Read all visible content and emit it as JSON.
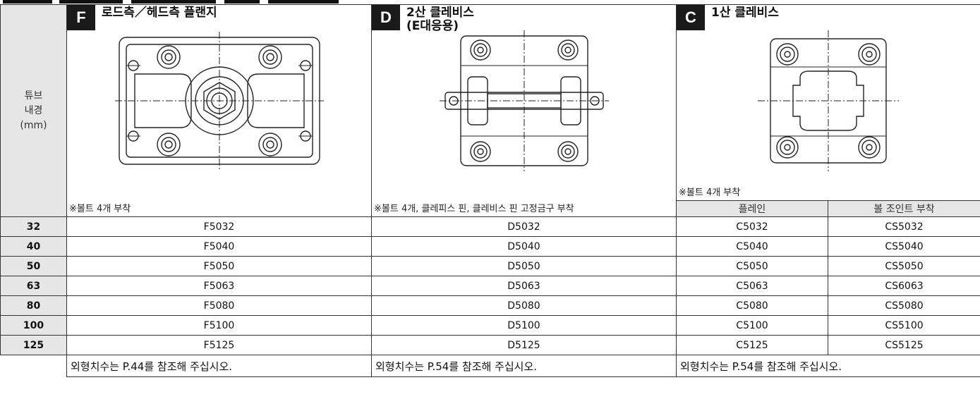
{
  "header": {
    "bore_label_line1": "튜브",
    "bore_label_line2": "내경",
    "bore_label_line3": "(mm)"
  },
  "types": [
    {
      "code": "F",
      "title_line1": "로드측／헤드측 플랜지",
      "title_line2": "",
      "note": "※볼트 4개 부착",
      "drawing": "flange-drawing"
    },
    {
      "code": "D",
      "title_line1": "2산 클레비스",
      "title_line2": "(E대응용)",
      "note": "※볼트 4개, 클레피스 핀, 클레비스 핀 고정금구 부착",
      "drawing": "double-clevis-drawing"
    },
    {
      "code": "C",
      "title_line1": "1산 클레비스",
      "title_line2": "",
      "note": "※볼트 4개 부착",
      "drawing": "single-clevis-drawing"
    }
  ],
  "subcolumns": {
    "plain": "플레인",
    "ball_joint": "볼 조인트 부착"
  },
  "rows": [
    {
      "bore": "32",
      "f": "F5032",
      "d": "D5032",
      "c_plain": "C5032",
      "c_ball": "CS5032"
    },
    {
      "bore": "40",
      "f": "F5040",
      "d": "D5040",
      "c_plain": "C5040",
      "c_ball": "CS5040"
    },
    {
      "bore": "50",
      "f": "F5050",
      "d": "D5050",
      "c_plain": "C5050",
      "c_ball": "CS5050"
    },
    {
      "bore": "63",
      "f": "F5063",
      "d": "D5063",
      "c_plain": "C5063",
      "c_ball": "CS6063"
    },
    {
      "bore": "80",
      "f": "F5080",
      "d": "D5080",
      "c_plain": "C5080",
      "c_ball": "CS5080"
    },
    {
      "bore": "100",
      "f": "F5100",
      "d": "D5100",
      "c_plain": "C5100",
      "c_ball": "CS5100"
    },
    {
      "bore": "125",
      "f": "F5125",
      "d": "D5125",
      "c_plain": "C5125",
      "c_ball": "CS5125"
    }
  ],
  "footer": {
    "f": "외형치수는 P.44를 참조해 주십시오.",
    "d": "외형치수는 P.54를 참조해 주십시오.",
    "c": "외형치수는 P.54를 참조해 주십시오."
  },
  "colors": {
    "header_bg": "#e6e6e6",
    "badge_bg": "#1a1a1a",
    "border": "#333333"
  }
}
